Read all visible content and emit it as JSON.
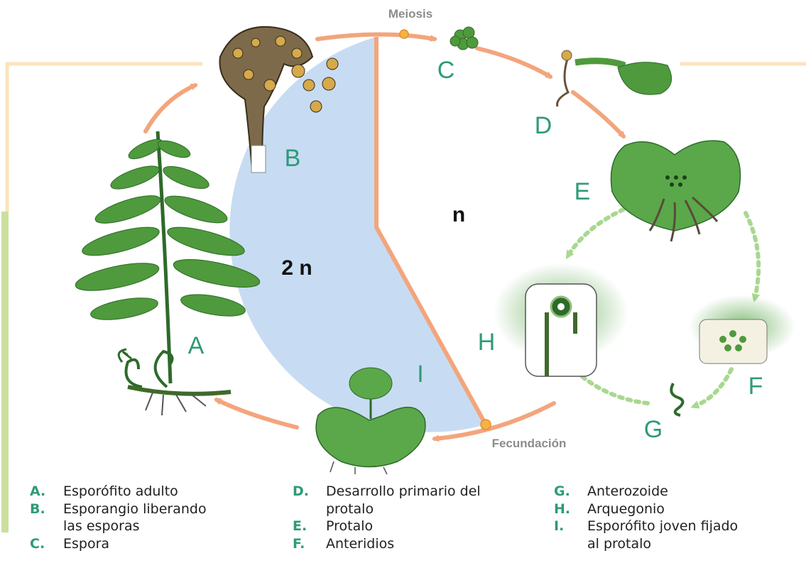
{
  "diagram": {
    "process_labels": {
      "meiosis": "Meiosis",
      "fertilization": "Fecundación"
    },
    "phases": {
      "diploid": "2 n",
      "haploid": "n"
    },
    "stage_letters": {
      "A": "A",
      "B": "B",
      "C": "C",
      "D": "D",
      "E": "E",
      "F": "F",
      "G": "G",
      "H": "H",
      "I": "I"
    }
  },
  "legend": {
    "columns": [
      [
        {
          "key": "A.",
          "lines": [
            "Esporófito adulto"
          ]
        },
        {
          "key": "B.",
          "lines": [
            "Esporangio liberando",
            "las esporas"
          ]
        },
        {
          "key": "C.",
          "lines": [
            "Espora"
          ]
        }
      ],
      [
        {
          "key": "D.",
          "lines": [
            "Desarrollo primario del",
            "protalo"
          ]
        },
        {
          "key": "E.",
          "lines": [
            "Protalo"
          ]
        },
        {
          "key": "F.",
          "lines": [
            "Anteridios"
          ]
        }
      ],
      [
        {
          "key": "G.",
          "lines": [
            "Anterozoide"
          ]
        },
        {
          "key": "H.",
          "lines": [
            "Arquegonio"
          ]
        },
        {
          "key": "I.",
          "lines": [
            "Esporófito joven fijado",
            "al protalo"
          ]
        }
      ]
    ]
  },
  "colors": {
    "diploid_fill": "#c7dcf2",
    "arrow": "#f3a57c",
    "letter": "#2f9a78",
    "frame": "#fbe3bb",
    "side_bar": "#cbe09e",
    "plant": "#4e9a3c",
    "spore": "#d6a94a",
    "dashed": "#a8d890"
  }
}
